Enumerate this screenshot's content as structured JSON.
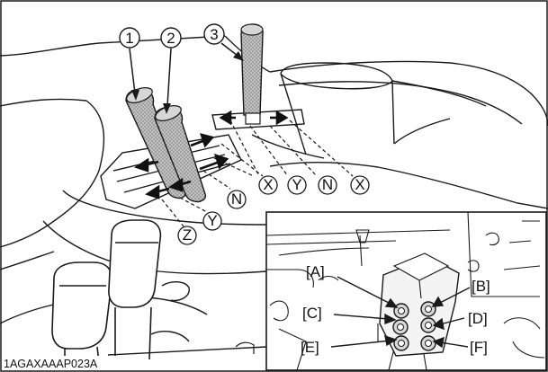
{
  "figure_code": "1AGAXAAAP023A",
  "levers": [
    {
      "number": "1"
    },
    {
      "number": "2"
    },
    {
      "number": "3"
    }
  ],
  "positions": {
    "left_gate": [
      "X",
      "Y",
      "N",
      "Z",
      "Y",
      "N"
    ],
    "right_gate": [
      "X",
      "Y",
      "N",
      "X"
    ]
  },
  "inset_labels": [
    "[A]",
    "[B]",
    "[C]",
    "[D]",
    "[E]",
    "[F]"
  ],
  "colors": {
    "line": "#1a1a1a",
    "lever_fill": "#b8b8b8",
    "lever_dots": "#6e6e6e",
    "background": "#ffffff"
  }
}
